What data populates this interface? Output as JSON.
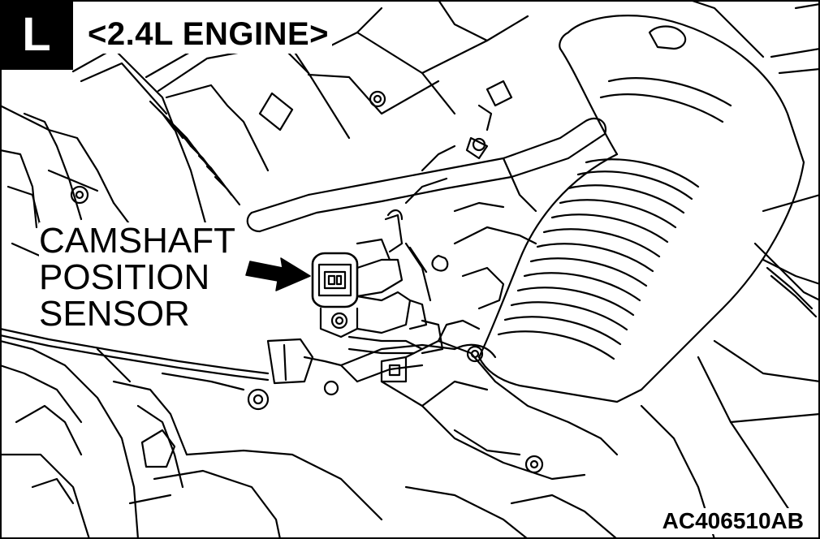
{
  "badge": {
    "letter": "L"
  },
  "title": "<2.4L ENGINE>",
  "callout": {
    "lines": [
      "CAMSHAFT",
      "POSITION",
      "SENSOR"
    ]
  },
  "figure_code": "AC406510AB"
}
